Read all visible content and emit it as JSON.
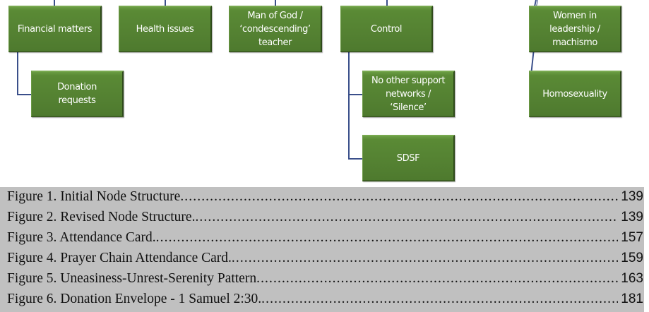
{
  "diagram": {
    "nodes": [
      {
        "id": "financial",
        "label": "Financial matters"
      },
      {
        "id": "health",
        "label": "Health issues"
      },
      {
        "id": "man-of-god",
        "label": "Man of God /\n‘condescending’\nteacher"
      },
      {
        "id": "control",
        "label": "Control"
      },
      {
        "id": "women",
        "label": "Women in\nleadership /\nmachismo"
      },
      {
        "id": "donation",
        "label": "Donation\nrequests"
      },
      {
        "id": "no-support",
        "label": "No other support\nnetworks /\n‘Silence’"
      },
      {
        "id": "sdsf",
        "label": "SDSF"
      },
      {
        "id": "homosexuality",
        "label": "Homosexuality"
      }
    ],
    "colors": {
      "node_fill": "#548132",
      "node_text": "#ffffff",
      "connector": "#3a4f8a"
    }
  },
  "toc": {
    "entries": [
      {
        "title": "Figure 1. Initial Node Structure",
        "page": "139"
      },
      {
        "title": "Figure 2. Revised Node Structure. ",
        "page": "139"
      },
      {
        "title": "Figure 3. Attendance Card. ",
        "page": "157"
      },
      {
        "title": "Figure 4. Prayer Chain Attendance Card. ",
        "page": "159"
      },
      {
        "title": "Figure 5. Uneasiness-Unrest-Serenity Pattern",
        "page": "163"
      },
      {
        "title": "Figure 6. Donation Envelope - 1 Samuel 2:30. ",
        "page": "181"
      }
    ],
    "highlight_color": "#c0c0c0"
  }
}
